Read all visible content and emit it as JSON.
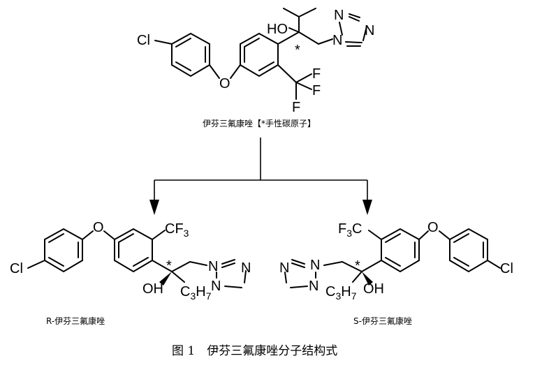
{
  "top_molecule": {
    "atoms": {
      "cl": "Cl",
      "o": "O",
      "ho": "HO",
      "star": "*",
      "n1": "N",
      "n2": "N",
      "n3": "N",
      "f1": "F",
      "f2": "F",
      "f3": "F"
    },
    "caption": "伊芬三氟康唑【*手性碳原子】"
  },
  "r_molecule": {
    "atoms": {
      "cl": "Cl",
      "o": "O",
      "cf3": "CF",
      "cf3_sub": "3",
      "star": "*",
      "oh": "OH",
      "c3h7_c": "C",
      "c3h7_3": "3",
      "c3h7_h": "H",
      "c3h7_7": "7",
      "n1": "N",
      "n2": "N",
      "n3": "N"
    },
    "label": "R-伊芬三氟康唑"
  },
  "s_molecule": {
    "atoms": {
      "cl": "Cl",
      "o": "O",
      "f3c_f": "F",
      "f3c_3": "3",
      "f3c_c": "C",
      "star": "*",
      "oh": "OH",
      "c3h7_c": "C",
      "c3h7_3": "3",
      "c3h7_h": "H",
      "c3h7_7": "7",
      "n1": "N",
      "n2": "N",
      "n3": "N"
    },
    "label": "S-伊芬三氟康唑"
  },
  "figure_caption": "图 1　伊芬三氟康唑分子结构式"
}
